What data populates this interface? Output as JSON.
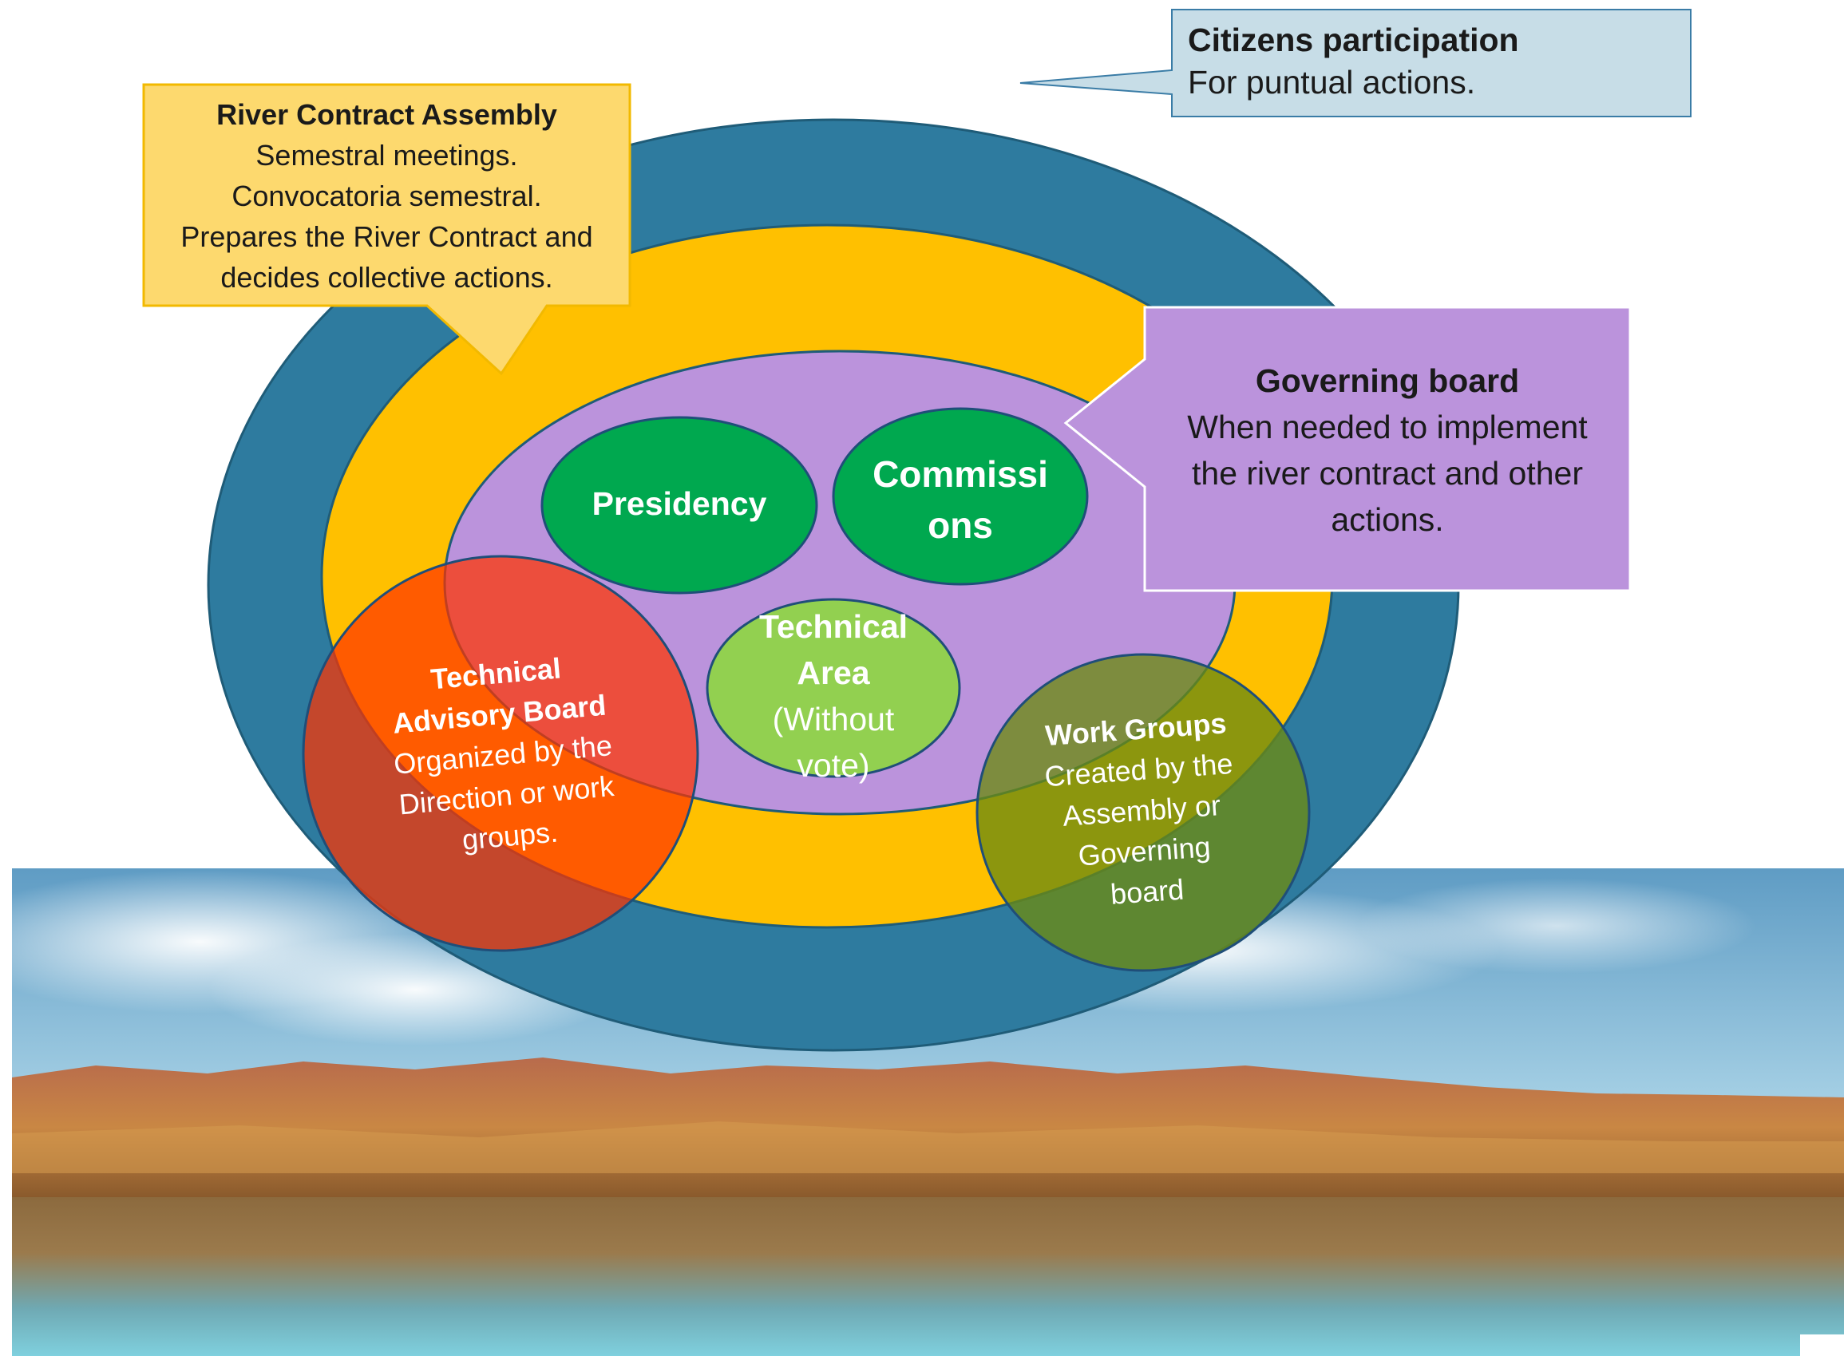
{
  "colors": {
    "outer_ring": "#2e7b9f",
    "middle_ring": "#ffc000",
    "inner_ring": "#bb93dc",
    "green_node": "#00a84f",
    "light_green_node": "#92d050",
    "advisory_circle": "#ff3300",
    "work_groups_circle": "#6b8a12",
    "assembly_callout": "#fdd96e",
    "citizens_callout": "#c7dde7",
    "governing_callout": "#bb93dc"
  },
  "callouts": {
    "citizens": {
      "title": "Citizens participation",
      "line1": "For puntual actions."
    },
    "assembly": {
      "title": "River Contract Assembly",
      "line1": "Semestral meetings.",
      "line2": "Convocatoria semestral.",
      "line3": "Prepares the  River Contract and",
      "line4": "decides collective actions."
    },
    "governing": {
      "title": "Governing board",
      "line1": "When needed to implement",
      "line2": "the river contract and other",
      "line3": "actions."
    }
  },
  "nodes": {
    "presidency": {
      "label": "Presidency"
    },
    "commissions": {
      "line1": "Commissi",
      "line2": "ons"
    },
    "technical_area": {
      "line1": "Technical",
      "line2": "Area",
      "line3": "(Without",
      "line4": "vote)"
    },
    "advisory": {
      "line1": "Technical",
      "line2": "Advisory Board",
      "line3": "Organized by the",
      "line4": "Direction or work",
      "line5": "groups."
    },
    "work_groups": {
      "line1": "Work Groups",
      "line2": "Created by the",
      "line3": "Assembly or",
      "line4": "Governing",
      "line5": "board"
    }
  },
  "background": {
    "photo": "river-canyon-landscape"
  }
}
